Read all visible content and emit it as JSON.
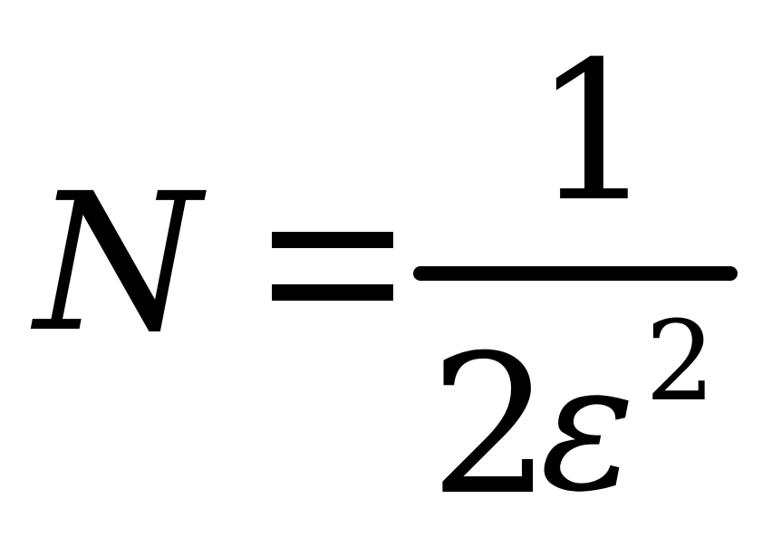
{
  "formula": {
    "lhs": "N",
    "numerator": "1",
    "denominator": {
      "coefficient": "2",
      "base": "ε",
      "exponent": "2"
    }
  }
}
